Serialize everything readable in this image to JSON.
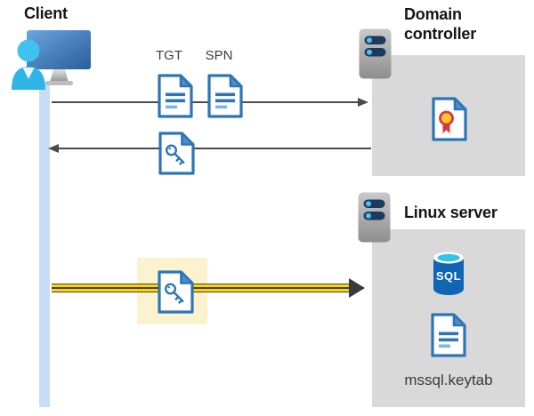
{
  "labels": {
    "client": "Client",
    "domain_controller": "Domain controller",
    "linux_server": "Linux server",
    "tgt": "TGT",
    "spn": "SPN",
    "keytab_file": "mssql.keytab",
    "sql": "SQL"
  },
  "icons": {
    "client": "monitor-with-user",
    "servers": "server-rack",
    "domain_controller_content": "certificate-document",
    "tickets": [
      "text-document",
      "text-document"
    ],
    "service_ticket": "key-document",
    "linux_server_content": [
      "sql-database",
      "text-document"
    ]
  },
  "colors": {
    "doc_border": "#2e75b6",
    "doc_fold": "#4a8fd0",
    "doc_line_dark": "#2e75b6",
    "doc_line_light": "#7fb3e3",
    "gray_box": "#d9d9d9",
    "highlight_box": "#fbf3ce",
    "yellow_arrow": "#ffd500",
    "arrow_gray": "#4a4a4a",
    "lifeline_blue": "#c6ddf8",
    "server_bar_navy": "#1b3a5e",
    "server_dot_cyan": "#52c0ee",
    "sql_body_blue": "#1165b4",
    "sql_top_cyan": "#35c4e8",
    "seal_yellow": "#ffc728",
    "seal_red": "#d6393f",
    "person_cyan": "#33bbe9",
    "monitor_blue_dark": "#2a5c9c"
  }
}
